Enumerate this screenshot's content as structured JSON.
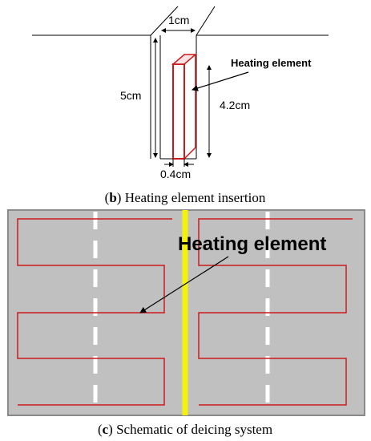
{
  "panel_b": {
    "width_top_label": "1cm",
    "depth_label": "5cm",
    "element_depth_label": "4.2cm",
    "element_width_label": "0.4cm",
    "element_label": "Heating element",
    "caption": {
      "open": "(",
      "letter": "b",
      "close": ")",
      "text": " Heating element insertion"
    }
  },
  "panel_c": {
    "element_label": "Heating element",
    "caption": {
      "open": "(",
      "letter": "c",
      "close": ")",
      "text": " Schematic of deicing system"
    }
  },
  "colors": {
    "road": "#c0c0c0",
    "road_border": "#8a8a8a",
    "heating_element": "#cc1a1a",
    "center_line": "#f2f20a",
    "lane_line": "#ffffff",
    "lines": "#000000"
  }
}
